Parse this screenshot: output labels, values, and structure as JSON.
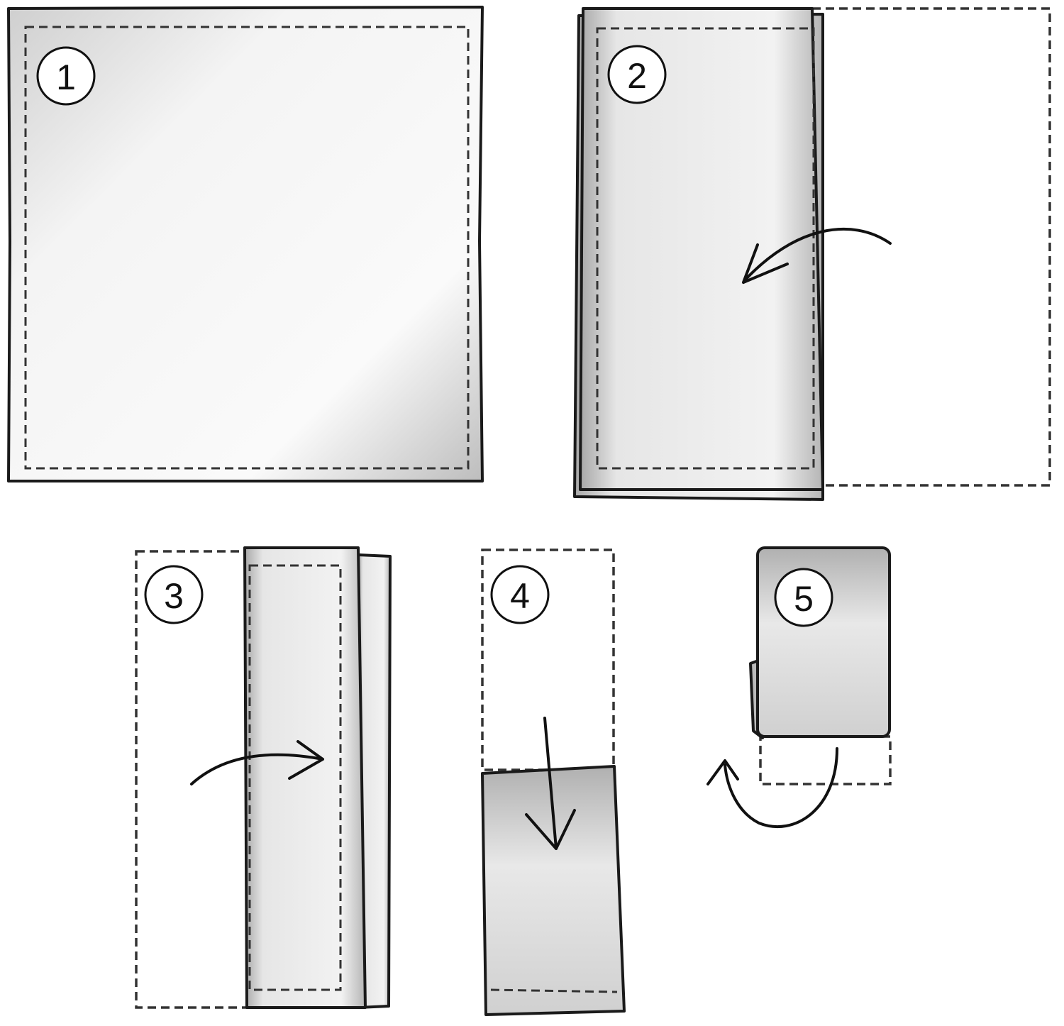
{
  "steps": [
    {
      "label": "1",
      "action": "unfolded-square"
    },
    {
      "label": "2",
      "action": "fold-right-half-left"
    },
    {
      "label": "3",
      "action": "fold-left-strip-right"
    },
    {
      "label": "4",
      "action": "fold-top-down"
    },
    {
      "label": "5",
      "action": "fold-bottom-under"
    }
  ],
  "colors": {
    "outline": "#1a1a1a",
    "fabric_shade": "#c8c8c8",
    "background": "#ffffff"
  }
}
